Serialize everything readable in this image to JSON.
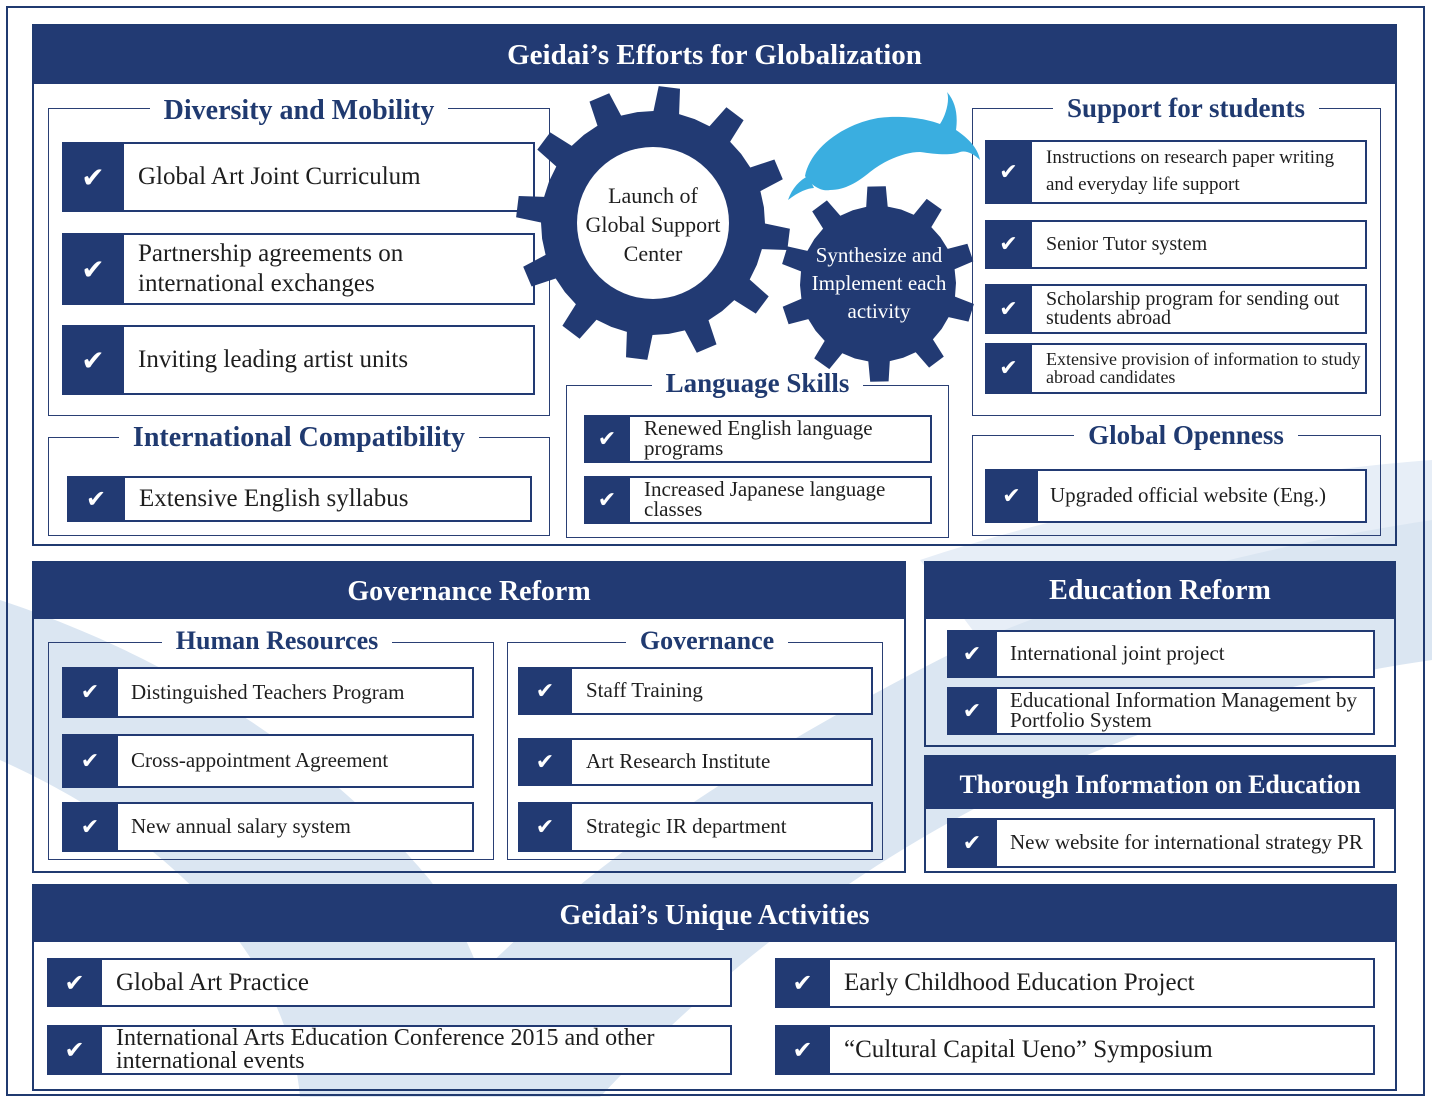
{
  "colors": {
    "navy": "#223a73",
    "swoosh": "#dbe6f2",
    "dolphin": "#3aaee0",
    "gear_text_light": "#ffffff"
  },
  "globalization": {
    "title": "Geidai’s Efforts for Globalization",
    "diversity": {
      "title": "Diversity and Mobility",
      "items": [
        "Global Art Joint Curriculum",
        "Partnership agreements on international exchanges",
        "Inviting leading artist units"
      ]
    },
    "compatibility": {
      "title": "International Compatibility",
      "items": [
        "Extensive English syllabus"
      ]
    },
    "gears": {
      "big": "Launch of Global Support Center",
      "small": "Synthesize and Implement each activity",
      "dolphin_icon": "dolphin"
    },
    "language": {
      "title": "Language Skills",
      "items": [
        "Renewed English language programs",
        "Increased Japanese language classes"
      ]
    },
    "support": {
      "title": "Support for students",
      "items": [
        "Instructions on research paper writing and everyday life support",
        "Senior Tutor system",
        "Scholarship program for sending out students abroad",
        "Extensive provision of information to study abroad candidates"
      ]
    },
    "openness": {
      "title": "Global Openness",
      "items": [
        "Upgraded official website (Eng.)"
      ]
    }
  },
  "governance_reform": {
    "title": "Governance Reform",
    "human_resources": {
      "title": "Human Resources",
      "items": [
        "Distinguished Teachers Program",
        "Cross-appointment Agreement",
        "New annual salary system"
      ]
    },
    "governance": {
      "title": "Governance",
      "items": [
        "Staff Training",
        "Art Research Institute",
        "Strategic IR department"
      ]
    }
  },
  "education_reform": {
    "title": "Education Reform",
    "items": [
      "International joint project",
      "Educational Information Management by Portfolio System"
    ]
  },
  "thorough_info": {
    "title": "Thorough Information on Education",
    "items": [
      "New website for international strategy PR"
    ]
  },
  "unique": {
    "title": "Geidai’s Unique Activities",
    "items": [
      "Global Art Practice",
      "International Arts Education Conference 2015 and other international events",
      "Early Childhood Education Project",
      "“Cultural Capital Ueno” Symposium"
    ]
  },
  "check_icon": "✔"
}
